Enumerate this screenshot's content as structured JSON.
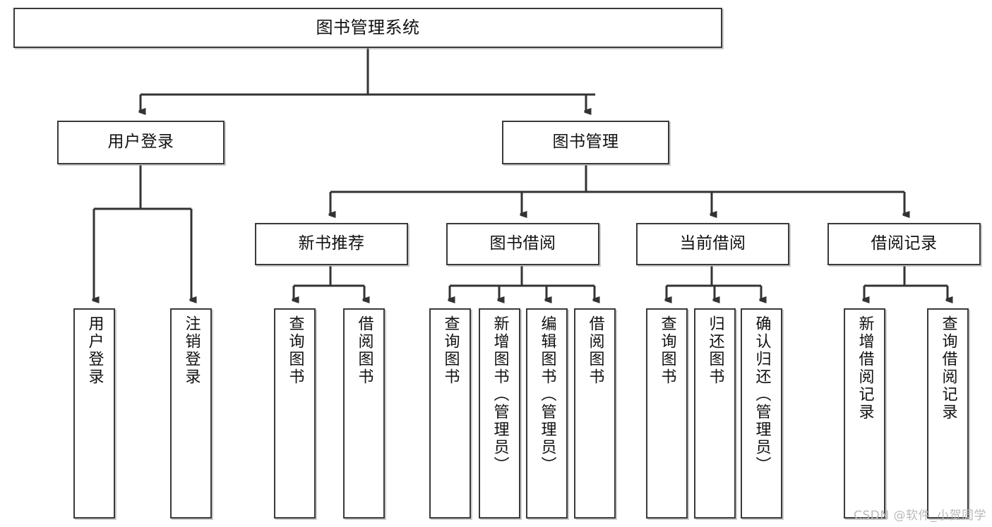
{
  "diagram": {
    "title": "图书管理系统",
    "type": "tree-hierarchy-chart",
    "root": {
      "label": "图书管理系统"
    },
    "level2": [
      {
        "label": "用户登录"
      },
      {
        "label": "图书管理"
      }
    ],
    "level3": [
      {
        "label": "新书推荐"
      },
      {
        "label": "图书借阅"
      },
      {
        "label": "当前借阅"
      },
      {
        "label": "借阅记录"
      }
    ],
    "leaves": {
      "user_login": [
        {
          "label": "用户登录"
        },
        {
          "label": "注销登录"
        }
      ],
      "new_book_recommend": [
        {
          "label": "查询图书"
        },
        {
          "label": "借阅图书"
        }
      ],
      "book_borrow": [
        {
          "label": "查询图书"
        },
        {
          "label": "新增图书（管理员）"
        },
        {
          "label": "编辑图书（管理员）"
        },
        {
          "label": "借阅图书"
        }
      ],
      "current_borrow": [
        {
          "label": "查询图书"
        },
        {
          "label": "归还图书"
        },
        {
          "label": "确认归还（管理员）"
        }
      ],
      "borrow_record": [
        {
          "label": "新增借阅记录"
        },
        {
          "label": "查询借阅记录"
        }
      ]
    }
  },
  "watermark": {
    "text": "CSDN @软件_小贺同学"
  },
  "colors": {
    "box_border": "#3a3a3a",
    "box_fill": "#ffffff",
    "edge": "#333333",
    "text": "#111111",
    "watermark": "#b9b9b9",
    "shadow": "#a0a0a0"
  }
}
